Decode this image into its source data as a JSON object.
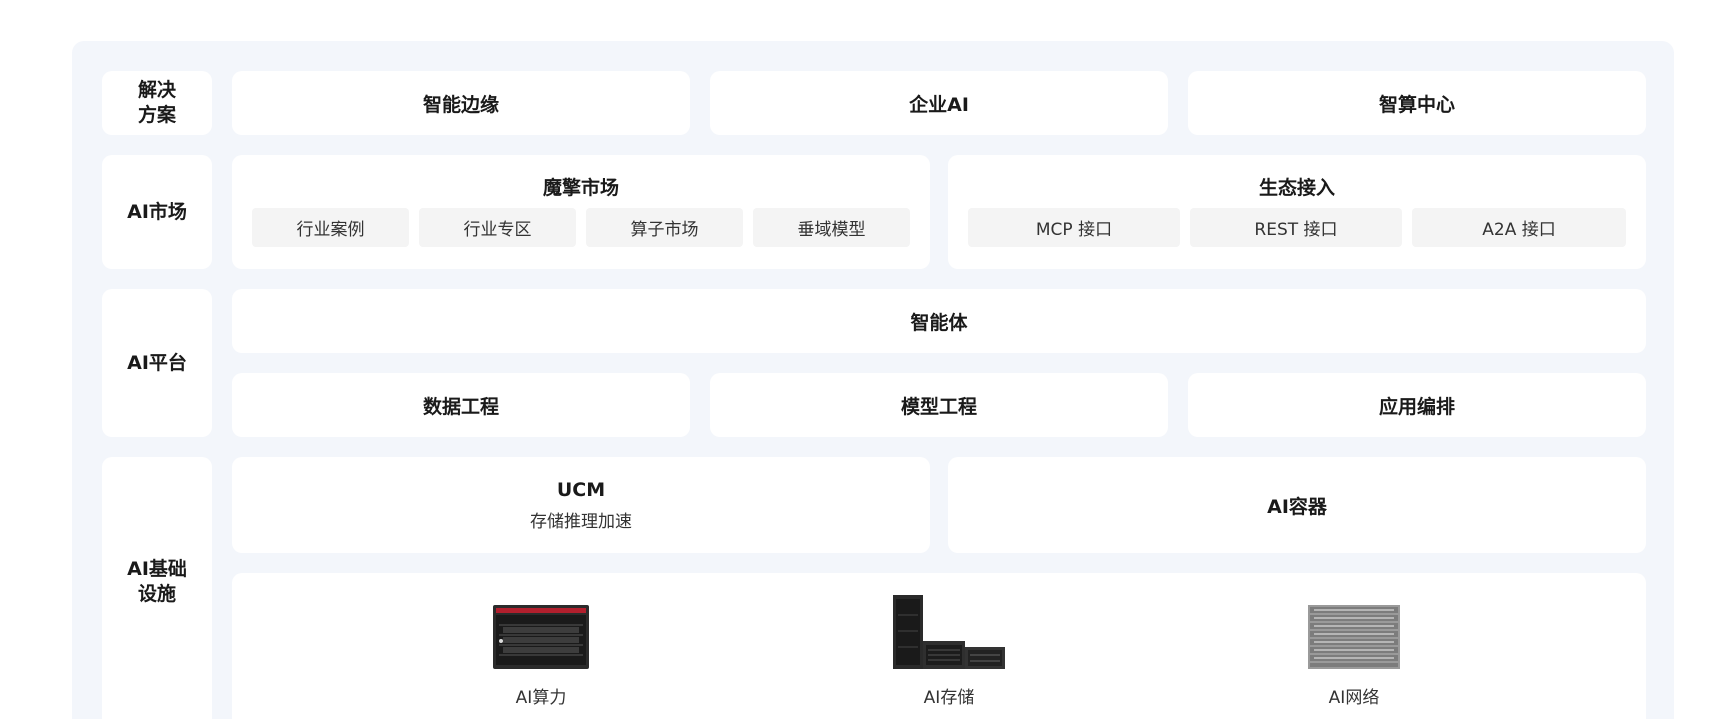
{
  "rows": {
    "solutions": {
      "label_line1": "解决",
      "label_line2": "方案",
      "items": [
        "智能边缘",
        "企业AI",
        "智算中心"
      ]
    },
    "market": {
      "label": "AI市场",
      "modelarts": {
        "title": "魔擎市场",
        "items": [
          "行业案例",
          "行业专区",
          "算子市场",
          "垂域模型"
        ]
      },
      "ecosystem": {
        "title": "生态接入",
        "items": [
          "MCP 接口",
          "REST 接口",
          "A2A 接口"
        ]
      }
    },
    "platform": {
      "label": "AI平台",
      "agent": "智能体",
      "items": [
        "数据工程",
        "模型工程",
        "应用编排"
      ]
    },
    "infra": {
      "label_line1": "AI基础",
      "label_line2": "设施",
      "ucm": {
        "title": "UCM",
        "subtitle": "存储推理加速"
      },
      "container": "AI容器",
      "hardware": [
        {
          "caption": "AI算力",
          "icon": "server-chassis-icon"
        },
        {
          "caption": "AI存储",
          "icon": "storage-tower-icon"
        },
        {
          "caption": "AI网络",
          "icon": "network-switch-rack-icon"
        }
      ]
    }
  },
  "colors": {
    "frame_bg": "#f3f6fb",
    "card_bg": "#ffffff",
    "pill_bg": "#f4f4f4",
    "text_primary": "#1a1a1a",
    "text_secondary": "#333333"
  }
}
